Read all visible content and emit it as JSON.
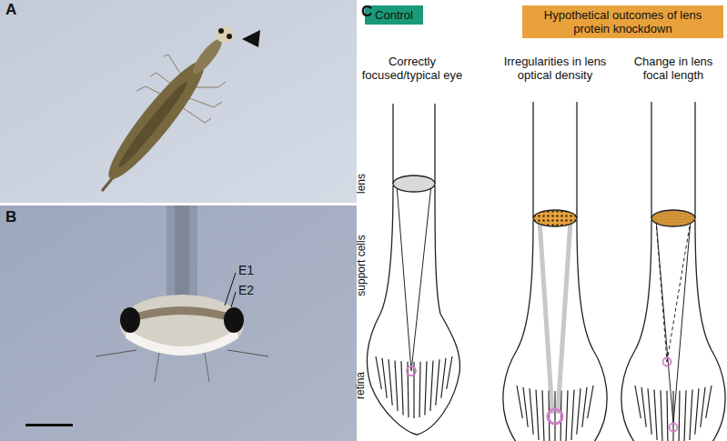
{
  "diagram": {
    "nodes": [
      {
        "text": [
          "Control"
        ]
      },
      {
        "text": [
          "Hypothetical outcomes of lens protein knockdown"
        ]
      }
    ],
    "labels": [
      "A",
      "B",
      "E1",
      "E2",
      "C",
      "Correctly focused/typical eye",
      "Irregularities in lens optical density",
      "Change in lens focal length",
      "lens",
      "support cells",
      "retina"
    ]
  }
}
